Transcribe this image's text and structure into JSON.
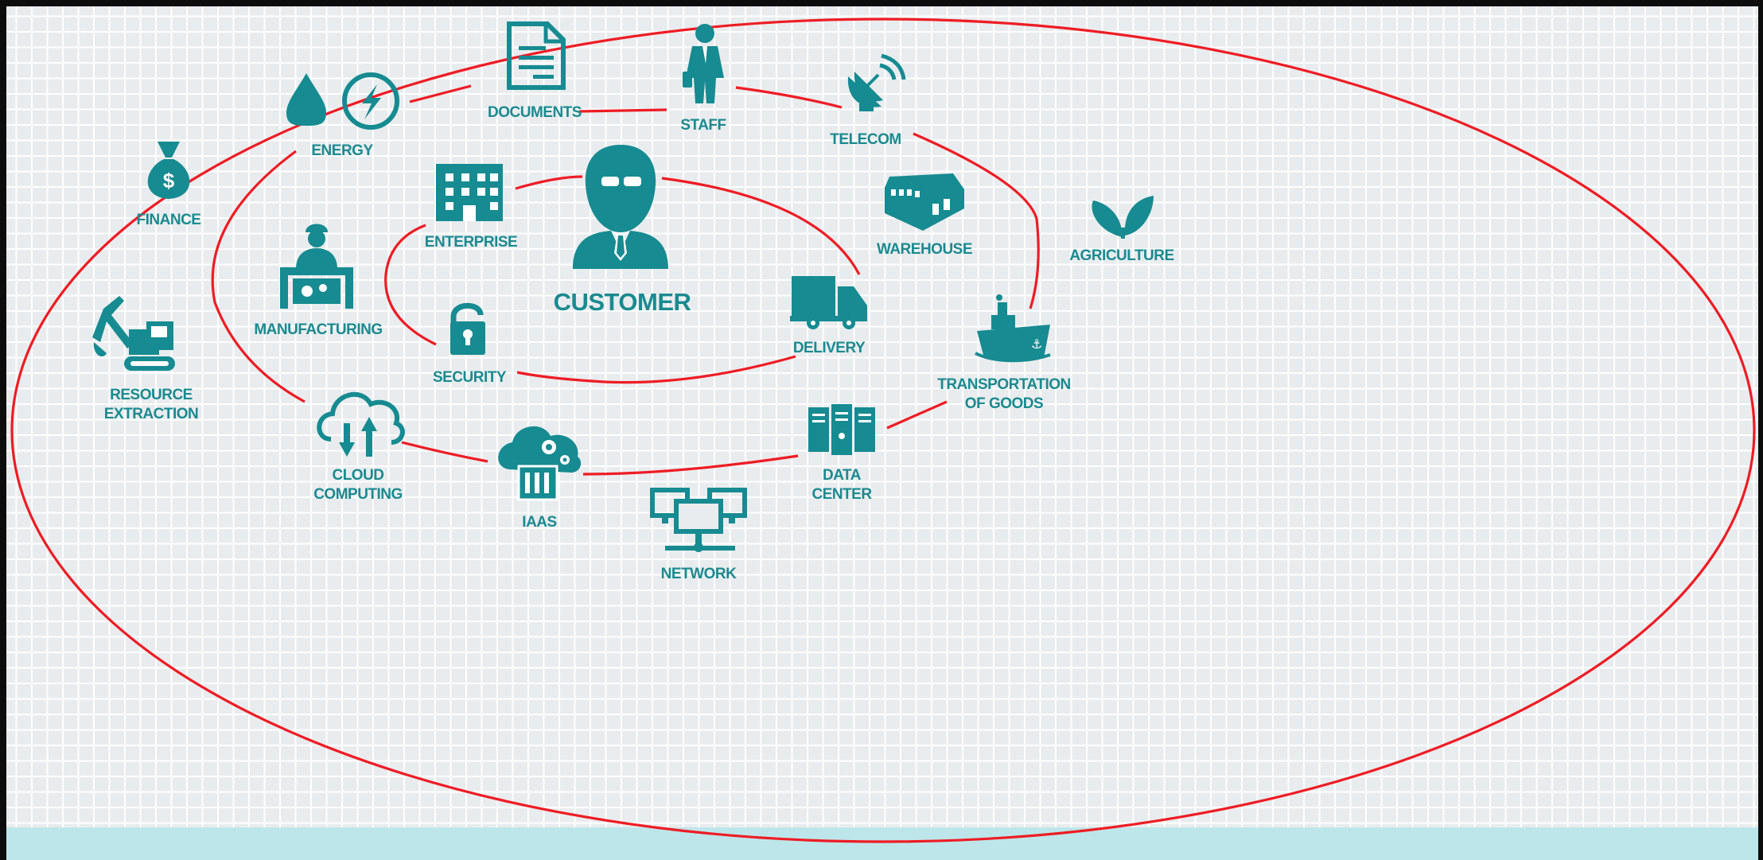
{
  "diagram": {
    "center_label": "CUSTOMER",
    "inner_ring": {
      "enterprise": "ENTERPRISE",
      "security": "SECURITY",
      "delivery": "DELIVERY"
    },
    "middle_ring": {
      "energy": "ENERGY",
      "documents": "DOCUMENTS",
      "staff": "STAFF",
      "telecom": "TELECOM",
      "warehouse": "WAREHOUSE",
      "manufacturing": "MANUFACTURING",
      "transportation_line1": "TRANSPORTATION",
      "transportation_line2": "OF GOODS",
      "cloud_line1": "CLOUD",
      "cloud_line2": "COMPUTING",
      "iaas": "IAAS",
      "datacenter_line1": "DATA",
      "datacenter_line2": "CENTER"
    },
    "outer_ring": {
      "finance": "FINANCE",
      "agriculture": "AGRICULTURE",
      "resource_line1": "RESOURCE",
      "resource_line2": "EXTRACTION",
      "network": "NETWORK"
    },
    "colors": {
      "icon": "#168b91",
      "text": "#1a8a90",
      "ring": "#ee1c24",
      "background": "#e9ecee"
    }
  }
}
